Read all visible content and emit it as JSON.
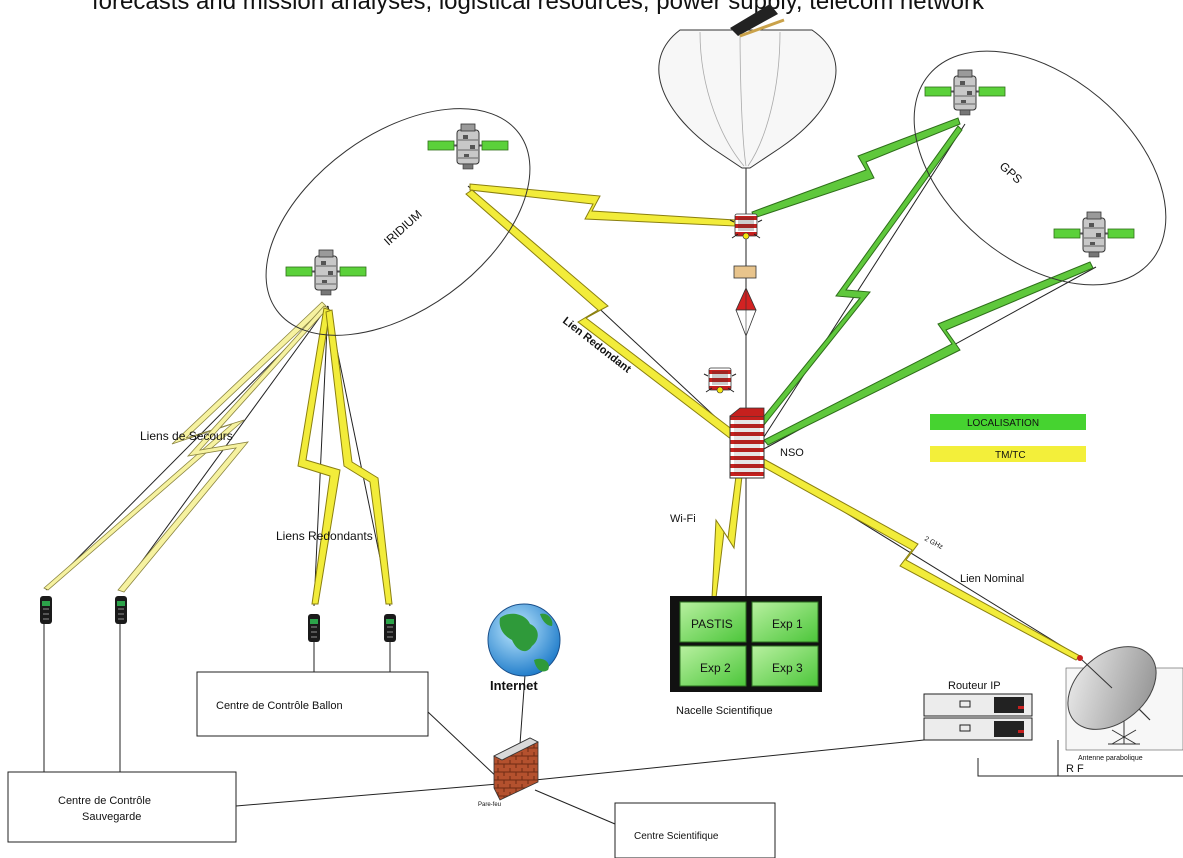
{
  "header_text": "forecasts and mission analyses, logistical resources, power supply, telecom network",
  "labels": {
    "iridium": "IRIDIUM",
    "gps": "GPS",
    "lien_redondant": "Lien Redondant",
    "liens_secours": "Liens de Secours",
    "liens_redondants": "Liens Redondants",
    "wifi": "Wi-Fi",
    "nso": "NSO",
    "freq": "2 GHz",
    "lien_nominal": "Lien Nominal",
    "internet": "Internet",
    "routeur": "Routeur IP",
    "rf": "R F",
    "antenne": "Antenne parabolique",
    "parefeu": "Pare-feu",
    "nacelle": "Nacelle Scientifique"
  },
  "legend": [
    {
      "label": "LOCALISATION",
      "color": "#46d330"
    },
    {
      "label": "TM/TC",
      "color": "#f3ef3a"
    }
  ],
  "experiments": [
    "PASTIS",
    "Exp 1",
    "Exp 2",
    "Exp 3"
  ],
  "centers": {
    "ballon": "Centre de Contrôle Ballon",
    "sauvegarde_line1": "Centre de Contrôle",
    "sauvegarde_line2": "Sauvegarde",
    "scientifique": "Centre Scientifique"
  }
}
